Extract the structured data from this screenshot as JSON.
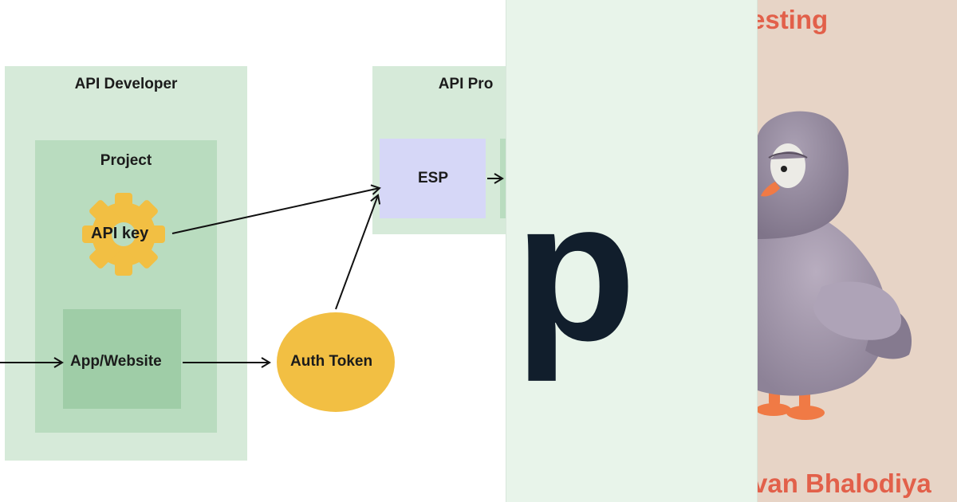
{
  "diagram": {
    "api_developer": "API Developer",
    "project": "Project",
    "api_key": "API key",
    "app_website": "App/Website",
    "auth_token": "Auth Token",
    "api_producer": "API Pro",
    "esp": "ESP"
  },
  "logo": {
    "letter": "p"
  },
  "artwork": {
    "title_fragment": "testing",
    "author_fragment": "van Bhalodiya"
  },
  "colors": {
    "developer_bg": "#d6ead9",
    "project_bg": "#b9dcbf",
    "app_bg": "#9fcda7",
    "esp_bg": "#d6d7f7",
    "auth_token": "#f2bf43",
    "gear": "#f2bf43",
    "logo_bg": "#e8f4ea",
    "logo_letter": "#111e2c",
    "art_bg": "#e7d4c6",
    "art_text": "#e2604a"
  }
}
